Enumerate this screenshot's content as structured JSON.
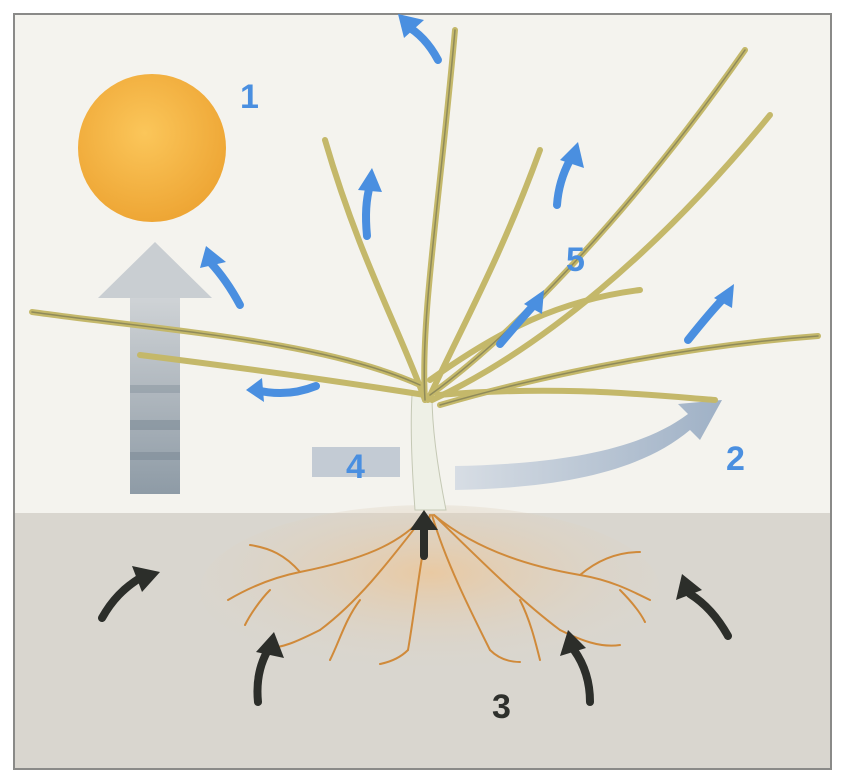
{
  "labels": {
    "sun": "1",
    "wind": "2",
    "soil": "3",
    "shelter": "4",
    "transpiration": "5"
  },
  "colors": {
    "sky": "#f4f3ee",
    "soil": "#d9d6cf",
    "sun": "#f2b23c",
    "blue_arrow": "#4a8fe0",
    "dark_arrow": "#2c2e2a",
    "grey_arrow": "#a9b2bb",
    "wind_arrow": "#a8b6c8",
    "leaf": "#c4b86a",
    "roots": "#d08a3a"
  },
  "icons": [
    "sun-icon",
    "heat-arrow-icon",
    "wind-arrow-icon",
    "water-arrow-icon",
    "transpiration-arrow-icon",
    "plant-icon",
    "roots-icon"
  ]
}
